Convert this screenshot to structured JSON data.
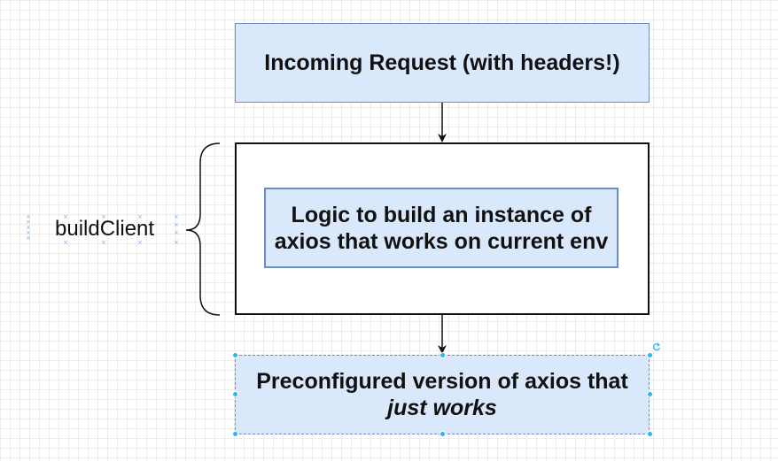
{
  "diagram": {
    "top_box": {
      "label": "Incoming Request (with headers!)"
    },
    "middle_inner_box": {
      "label": "Logic to build an instance of axios that works on current env"
    },
    "bottom_box": {
      "label_prefix": "Preconfigured version of axios that ",
      "label_emphasis": "just works"
    },
    "brace_label": "buildClient"
  },
  "colors": {
    "box_fill": "#dae8fc",
    "box_stroke": "#6c8ebf",
    "selection_handle": "#29b6f2"
  }
}
